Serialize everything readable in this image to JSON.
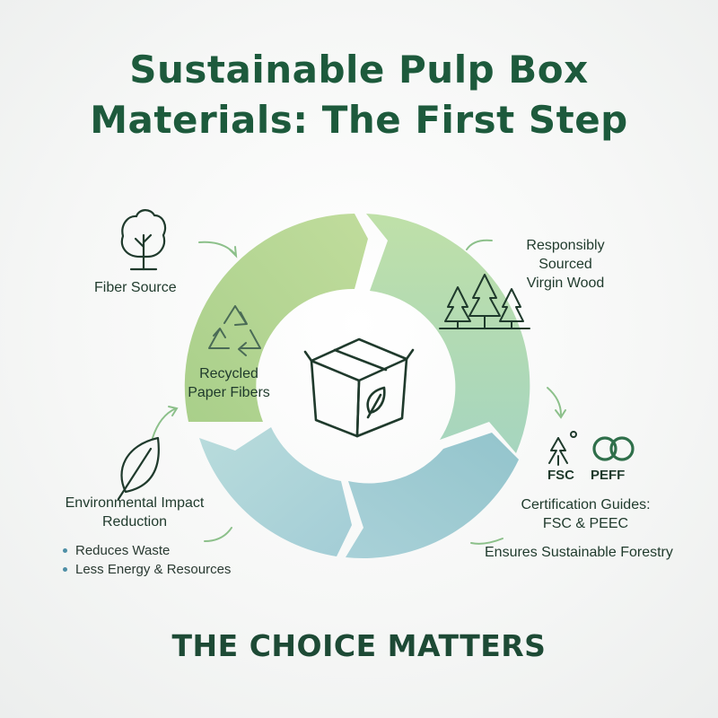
{
  "title": {
    "line1": "Sustainable Pulp Box",
    "line2": "Materials: The First Step"
  },
  "nodes": {
    "fiber_source": "Fiber Source",
    "virgin_wood": [
      "Responsibly",
      "Sourced",
      "Virgin Wood"
    ],
    "recycled": [
      "Recycled",
      "Paper Fibers"
    ],
    "certification": {
      "heading": "Certification Guides:",
      "subheading": "FSC & PEEC",
      "note": "Ensures Sustainable Forestry",
      "logos": [
        "FSC",
        "PEFF"
      ]
    },
    "impact": {
      "heading": [
        "Environmental Impact",
        "Reduction"
      ],
      "bullets": [
        "Reduces Waste",
        "Less Energy & Resources"
      ]
    }
  },
  "icons": [
    "tree-icon",
    "forest-icon",
    "recycle-icon",
    "pulp-box-icon",
    "fsc-logo-icon",
    "pefc-logo-icon",
    "leaf-icon"
  ],
  "colors": {
    "title": "#1d5a3c",
    "green_segment": "#b5d59a",
    "light_green_segment": "#b9ddb4",
    "blue_segment": "#a9d3d8",
    "teal_segment": "#9cc8cf",
    "arrow_accent": "#8cc08a",
    "bullet": "#4e8fa6"
  },
  "footer": "THE CHOICE MATTERS"
}
